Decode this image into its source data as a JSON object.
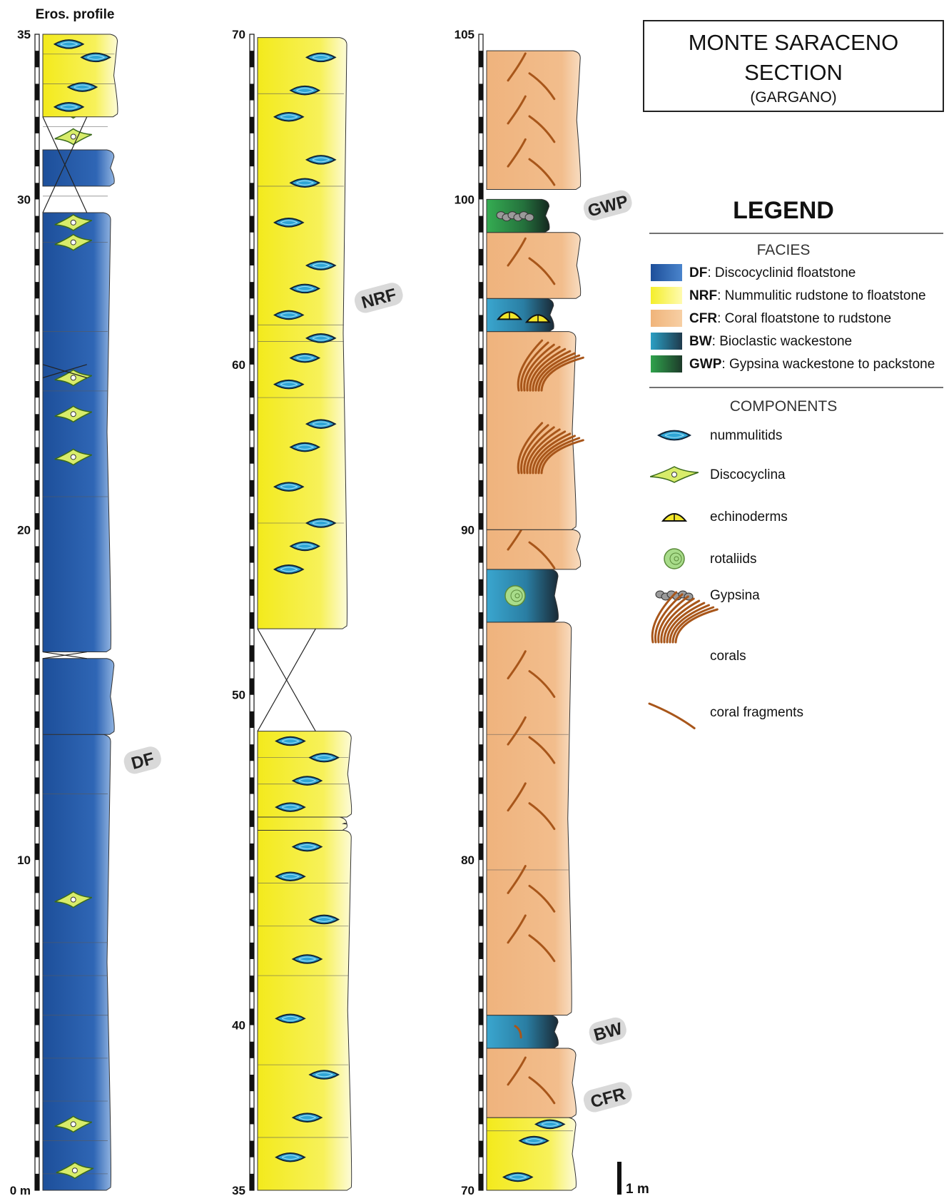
{
  "title": {
    "line1": "MONTE SARACENO",
    "line2": "SECTION",
    "line3": "(GARGANO)"
  },
  "profile_label": "Eros. profile",
  "scale_bar_label": "1 m",
  "columns": [
    {
      "range": [
        0,
        35
      ],
      "ticks": [
        {
          "v": 0,
          "t": "0 m"
        },
        {
          "v": 10,
          "t": "10"
        },
        {
          "v": 20,
          "t": "20"
        },
        {
          "v": 30,
          "t": "30"
        },
        {
          "v": 35,
          "t": "35"
        }
      ]
    },
    {
      "range": [
        35,
        70
      ],
      "ticks": [
        {
          "v": 35,
          "t": "35"
        },
        {
          "v": 40,
          "t": "40"
        },
        {
          "v": 50,
          "t": "50"
        },
        {
          "v": 60,
          "t": "60"
        },
        {
          "v": 70,
          "t": "70"
        }
      ]
    },
    {
      "range": [
        70,
        105
      ],
      "ticks": [
        {
          "v": 70,
          "t": "70"
        },
        {
          "v": 80,
          "t": "80"
        },
        {
          "v": 90,
          "t": "90"
        },
        {
          "v": 100,
          "t": "100"
        },
        {
          "v": 105,
          "t": "105"
        }
      ]
    }
  ],
  "beds": [
    {
      "col": 0,
      "bottom": 0,
      "top": 13.8,
      "facies": "DF",
      "profile": 1.0,
      "fossil": "discocyclina",
      "marks": [
        2.0,
        8.8
      ],
      "splits": [
        0.5,
        1.5,
        2.7,
        4.0,
        5.3,
        6.5,
        7.5,
        12.0
      ]
    },
    {
      "col": 0,
      "bottom": 13.8,
      "top": 16.1,
      "facies": "DF",
      "profile": 1.05,
      "fossil": "discocyclina",
      "marks": [
        0.6
      ],
      "splits": []
    },
    {
      "col": 0,
      "bottom": 16.3,
      "top": 29.6,
      "facies": "DF",
      "profile": 1.0,
      "fossil": "discocyclina",
      "marks": [
        22.2,
        23.5,
        24.6,
        28.7,
        29.3,
        31.9,
        32.7,
        33.8
      ],
      "splits": [
        21.0,
        24.2,
        26.0,
        28.7,
        30.1,
        32.2
      ]
    },
    {
      "col": 0,
      "bottom": 30.4,
      "top": 31.5,
      "facies": "DF",
      "profile": 1.05,
      "fossil": "",
      "marks": [],
      "splits": []
    },
    {
      "col": 0,
      "bottom": 32.5,
      "top": 35.0,
      "facies": "NRF",
      "profile": 1.1,
      "fossil": "nummulitids",
      "marks": [
        32.8,
        33.4,
        34.3,
        34.7
      ],
      "splits": [
        33.5,
        34.4
      ]
    },
    {
      "col": 1,
      "bottom": 35.0,
      "top": 45.9,
      "facies": "NRF",
      "profile": 1.05,
      "fossil": "nummulitids",
      "marks": [
        36.0,
        37.2,
        38.5,
        40.2,
        42.0,
        43.2,
        44.5,
        45.4
      ],
      "splits": [
        36.6,
        38.8,
        41.5,
        43.0,
        44.3
      ]
    },
    {
      "col": 1,
      "bottom": 45.9,
      "top": 46.3,
      "facies": "NRF",
      "profile": 1.0,
      "fossil": "",
      "marks": [],
      "splits": []
    },
    {
      "col": 1,
      "bottom": 46.3,
      "top": 48.9,
      "facies": "NRF",
      "profile": 1.05,
      "fossil": "nummulitids",
      "marks": [
        46.6,
        47.4,
        48.1,
        48.6
      ],
      "splits": [
        47.3,
        48.1
      ]
    },
    {
      "col": 1,
      "bottom": 52.0,
      "top": 69.9,
      "facies": "NRF",
      "profile": 1.0,
      "fossil": "nummulitids",
      "marks": [
        53.8,
        54.5,
        55.2,
        56.3,
        57.5,
        58.2,
        59.4,
        60.2,
        60.8,
        61.5,
        62.3,
        63.0,
        64.3,
        65.5,
        66.2,
        67.5,
        68.3,
        69.3
      ],
      "splits": [
        55.2,
        59.0,
        60.7,
        61.2,
        65.4,
        68.2
      ]
    },
    {
      "col": 2,
      "bottom": 70.0,
      "top": 72.2,
      "facies": "NRF",
      "profile": 1.0,
      "fossil": "nummulitids",
      "marks": [
        70.4,
        71.5,
        72.0
      ],
      "splits": [
        71.8
      ]
    },
    {
      "col": 2,
      "bottom": 72.2,
      "top": 74.3,
      "facies": "CFR",
      "profile": 1.0,
      "fossil": "coral-fragments",
      "marks": [
        73.2
      ],
      "splits": []
    },
    {
      "col": 2,
      "bottom": 74.3,
      "top": 75.3,
      "facies": "BW",
      "profile": 0.8,
      "fossil": "coral-fragment",
      "marks": [
        74.8
      ],
      "splits": []
    },
    {
      "col": 2,
      "bottom": 75.3,
      "top": 87.2,
      "facies": "CFR",
      "profile": 0.95,
      "fossil": "coral-fragments",
      "marks": [
        77.5,
        79.0,
        81.5,
        83.5,
        85.5
      ],
      "splits": [
        79.7,
        83.8
      ]
    },
    {
      "col": 2,
      "bottom": 87.2,
      "top": 88.8,
      "facies": "BW",
      "profile": 0.8,
      "fossil": "rotaliids",
      "marks": [
        88.0
      ],
      "splits": []
    },
    {
      "col": 2,
      "bottom": 88.8,
      "top": 90.0,
      "facies": "CFR",
      "profile": 1.05,
      "fossil": "coral-fragments",
      "marks": [
        89.4
      ],
      "splits": []
    },
    {
      "col": 2,
      "bottom": 90.0,
      "top": 96.0,
      "facies": "CFR",
      "profile": 1.0,
      "fossil": "corals",
      "marks": [
        91.5,
        94.0
      ],
      "splits": []
    },
    {
      "col": 2,
      "bottom": 96.0,
      "top": 97.0,
      "facies": "BW",
      "profile": 0.75,
      "fossil": "echinoderms",
      "marks": [
        96.5
      ],
      "splits": []
    },
    {
      "col": 2,
      "bottom": 97.0,
      "top": 99.0,
      "facies": "CFR",
      "profile": 1.05,
      "fossil": "coral-fragments",
      "marks": [
        98.0
      ],
      "splits": []
    },
    {
      "col": 2,
      "bottom": 99.0,
      "top": 100.0,
      "facies": "GWP",
      "profile": 0.7,
      "fossil": "gypsina",
      "marks": [
        99.5
      ],
      "splits": []
    },
    {
      "col": 2,
      "bottom": 100.3,
      "top": 104.5,
      "facies": "CFR",
      "profile": 1.05,
      "fossil": "coral-fragments",
      "marks": [
        101.0,
        102.3,
        103.6
      ],
      "splits": []
    }
  ],
  "gaps": [
    {
      "col": 0,
      "bottom": 29.6,
      "top": 32.5
    },
    {
      "col": 0,
      "bottom": 16.1,
      "top": 16.3
    },
    {
      "col": 0,
      "bottom": 24.6,
      "top": 25.0
    },
    {
      "col": 1,
      "bottom": 48.9,
      "top": 52.0
    }
  ],
  "facies_tags": [
    {
      "col": 0,
      "at": 13.0,
      "text": "DF"
    },
    {
      "col": 1,
      "at": 62.0,
      "text": "NRF"
    },
    {
      "col": 2,
      "at": 99.8,
      "text": "GWP"
    },
    {
      "col": 2,
      "at": 74.8,
      "text": "BW"
    },
    {
      "col": 2,
      "at": 72.8,
      "text": "CFR"
    }
  ],
  "legend": {
    "title": "LEGEND",
    "facies_heading": "FACIES",
    "facies": [
      {
        "code": "DF",
        "desc": ": Discocyclinid floatstone",
        "color_a": "#1d4f9a",
        "color_b": "#4a84cc"
      },
      {
        "code": "NRF",
        "desc": ": Nummulitic rudstone to floatstone",
        "color_a": "#f4ee2a",
        "color_b": "#fffbb0"
      },
      {
        "code": "CFR",
        "desc": ": Coral floatstone to rudstone",
        "color_a": "#f0b47a",
        "color_b": "#f7cfa4"
      },
      {
        "code": "BW",
        "desc": ": Bioclastic wackestone",
        "color_a": "#2b9fc4",
        "color_b": "#1f3a4c"
      },
      {
        "code": "GWP",
        "desc": ": Gypsina wackestone to packstone",
        "color_a": "#2fa34c",
        "color_b": "#1d3a2a"
      }
    ],
    "components_heading": "COMPONENTS",
    "components": [
      {
        "icon": "nummulitid-icon",
        "label": "nummulitids"
      },
      {
        "icon": "discocyclina-icon",
        "label": "Discocyclina"
      },
      {
        "icon": "echinoderm-icon",
        "label": "echinoderms"
      },
      {
        "icon": "rotaliid-icon",
        "label": "rotaliids"
      },
      {
        "icon": "gypsina-icon",
        "label": "Gypsina"
      },
      {
        "icon": "coral-icon",
        "label": "corals"
      },
      {
        "icon": "coral-fragment-icon",
        "label": "coral fragments"
      }
    ]
  }
}
